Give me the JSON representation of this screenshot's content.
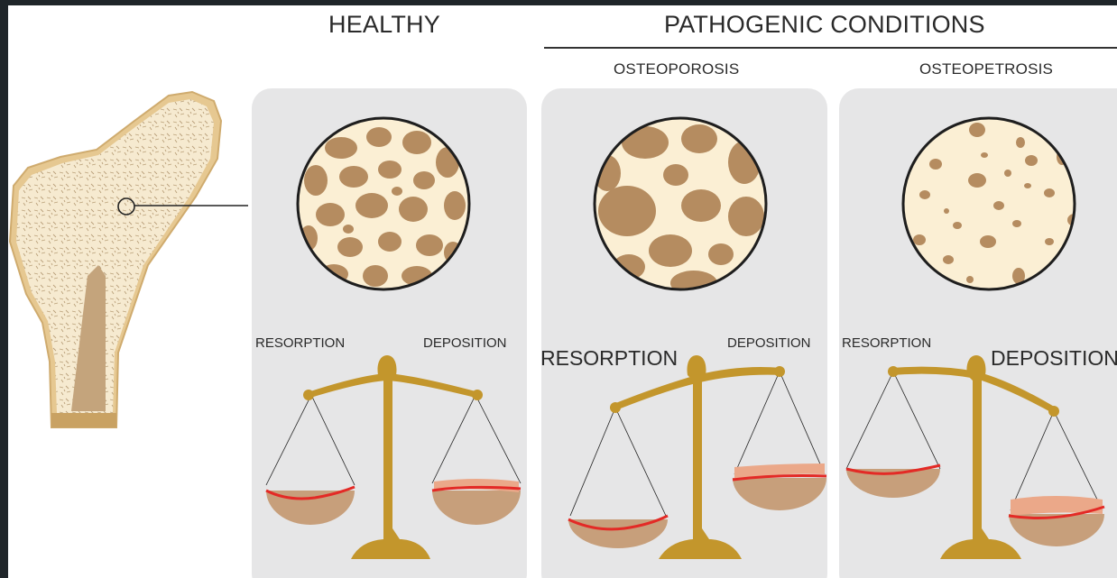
{
  "titles": {
    "healthy": "HEALTHY",
    "pathogenic": "PATHOGENIC CONDITIONS",
    "osteoporosis": "OSTEOPOROSIS",
    "osteopetrosis": "OSTEOPETROSIS"
  },
  "scale_labels": {
    "healthy": {
      "resorption": "RESORPTION",
      "deposition": "DEPOSITION"
    },
    "osteoporosis": {
      "resorption": "RESORPTION",
      "deposition": "DEPOSITION"
    },
    "osteopetrosis": {
      "resorption": "RESORPTION",
      "deposition": "DEPOSITION"
    }
  },
  "colors": {
    "background": "#1f2529",
    "panel": "#e6e6e7",
    "bone_light": "#f6e8c8",
    "bone_tan": "#b3895f",
    "scale_gold": "#c3962c",
    "pan_fill": "#c79f7b",
    "deposit_fill": "#eba889",
    "red_line": "#e32a26"
  }
}
